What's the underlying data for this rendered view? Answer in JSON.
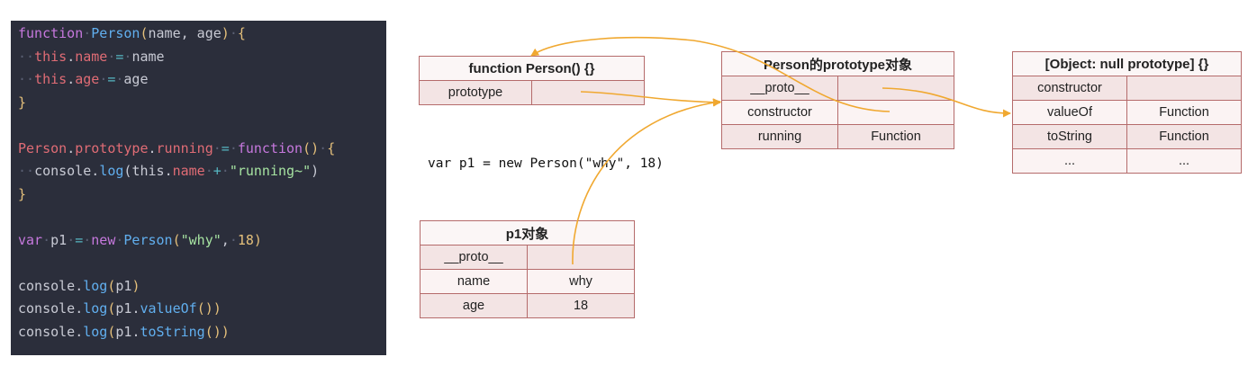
{
  "code": {
    "lines": [
      [
        {
          "t": "function",
          "c": "kw"
        },
        {
          "t": "·",
          "c": "dot"
        },
        {
          "t": "Person",
          "c": "fn"
        },
        {
          "t": "(",
          "c": "brace"
        },
        {
          "t": "name, age",
          "c": "plain"
        },
        {
          "t": ")",
          "c": "brace"
        },
        {
          "t": "·",
          "c": "dot"
        },
        {
          "t": "{",
          "c": "brace"
        }
      ],
      [
        {
          "t": "··",
          "c": "dot"
        },
        {
          "t": "this",
          "c": "prop"
        },
        {
          "t": ".",
          "c": "plain"
        },
        {
          "t": "name",
          "c": "prop"
        },
        {
          "t": "·",
          "c": "dot"
        },
        {
          "t": "=",
          "c": "op"
        },
        {
          "t": "·",
          "c": "dot"
        },
        {
          "t": "name",
          "c": "plain"
        }
      ],
      [
        {
          "t": "··",
          "c": "dot"
        },
        {
          "t": "this",
          "c": "prop"
        },
        {
          "t": ".",
          "c": "plain"
        },
        {
          "t": "age",
          "c": "prop"
        },
        {
          "t": "·",
          "c": "dot"
        },
        {
          "t": "=",
          "c": "op"
        },
        {
          "t": "·",
          "c": "dot"
        },
        {
          "t": "age",
          "c": "plain"
        }
      ],
      [
        {
          "t": "}",
          "c": "brace"
        }
      ],
      [],
      [
        {
          "t": "Person",
          "c": "prop"
        },
        {
          "t": ".",
          "c": "plain"
        },
        {
          "t": "prototype",
          "c": "prop"
        },
        {
          "t": ".",
          "c": "plain"
        },
        {
          "t": "running",
          "c": "prop"
        },
        {
          "t": "·",
          "c": "dot"
        },
        {
          "t": "=",
          "c": "op"
        },
        {
          "t": "·",
          "c": "dot"
        },
        {
          "t": "function",
          "c": "kw"
        },
        {
          "t": "()",
          "c": "brace"
        },
        {
          "t": "·",
          "c": "dot"
        },
        {
          "t": "{",
          "c": "brace"
        }
      ],
      [
        {
          "t": "··",
          "c": "dot"
        },
        {
          "t": "console",
          "c": "plain"
        },
        {
          "t": ".",
          "c": "plain"
        },
        {
          "t": "log",
          "c": "fn"
        },
        {
          "t": "(",
          "c": "plain"
        },
        {
          "t": "this",
          "c": "plain"
        },
        {
          "t": ".",
          "c": "plain"
        },
        {
          "t": "name",
          "c": "prop"
        },
        {
          "t": "·",
          "c": "dot"
        },
        {
          "t": "+",
          "c": "op"
        },
        {
          "t": "·",
          "c": "dot"
        },
        {
          "t": "\"running~\"",
          "c": "str"
        },
        {
          "t": ")",
          "c": "plain"
        }
      ],
      [
        {
          "t": "}",
          "c": "brace"
        }
      ],
      [],
      [
        {
          "t": "var",
          "c": "kw"
        },
        {
          "t": "·",
          "c": "dot"
        },
        {
          "t": "p1",
          "c": "plain"
        },
        {
          "t": "·",
          "c": "dot"
        },
        {
          "t": "=",
          "c": "op"
        },
        {
          "t": "·",
          "c": "dot"
        },
        {
          "t": "new",
          "c": "kw"
        },
        {
          "t": "·",
          "c": "dot"
        },
        {
          "t": "Person",
          "c": "fn"
        },
        {
          "t": "(",
          "c": "brace"
        },
        {
          "t": "\"why\"",
          "c": "str"
        },
        {
          "t": ",",
          "c": "plain"
        },
        {
          "t": "·",
          "c": "dot"
        },
        {
          "t": "18",
          "c": "num"
        },
        {
          "t": ")",
          "c": "brace"
        }
      ],
      [],
      [
        {
          "t": "console",
          "c": "plain"
        },
        {
          "t": ".",
          "c": "plain"
        },
        {
          "t": "log",
          "c": "fn"
        },
        {
          "t": "(",
          "c": "brace"
        },
        {
          "t": "p1",
          "c": "plain"
        },
        {
          "t": ")",
          "c": "brace"
        }
      ],
      [
        {
          "t": "console",
          "c": "plain"
        },
        {
          "t": ".",
          "c": "plain"
        },
        {
          "t": "log",
          "c": "fn"
        },
        {
          "t": "(",
          "c": "brace"
        },
        {
          "t": "p1",
          "c": "plain"
        },
        {
          "t": ".",
          "c": "plain"
        },
        {
          "t": "valueOf",
          "c": "fn"
        },
        {
          "t": "()",
          "c": "brace"
        },
        {
          "t": ")",
          "c": "brace"
        }
      ],
      [
        {
          "t": "console",
          "c": "plain"
        },
        {
          "t": ".",
          "c": "plain"
        },
        {
          "t": "log",
          "c": "fn"
        },
        {
          "t": "(",
          "c": "brace"
        },
        {
          "t": "p1",
          "c": "plain"
        },
        {
          "t": ".",
          "c": "plain"
        },
        {
          "t": "toString",
          "c": "fn"
        },
        {
          "t": "()",
          "c": "brace"
        },
        {
          "t": ")",
          "c": "brace"
        }
      ]
    ]
  },
  "diagram": {
    "person_fn": {
      "title": "function Person() {}",
      "rows": [
        [
          "prototype",
          ""
        ]
      ]
    },
    "person_proto": {
      "title": "Person的prototype对象",
      "rows": [
        [
          "__proto__",
          ""
        ],
        [
          "constructor",
          ""
        ],
        [
          "running",
          "Function"
        ]
      ]
    },
    "object_proto": {
      "title": "[Object: null prototype] {}",
      "rows": [
        [
          "constructor",
          ""
        ],
        [
          "valueOf",
          "Function"
        ],
        [
          "toString",
          "Function"
        ],
        [
          "...",
          "..."
        ]
      ]
    },
    "p1_obj": {
      "title": "p1对象",
      "rows": [
        [
          "__proto__",
          ""
        ],
        [
          "name",
          "why"
        ],
        [
          "age",
          "18"
        ]
      ]
    },
    "statement": "var p1 = new Person(\"why\", 18)"
  },
  "colors": {
    "code_bg": "#2b2e3b",
    "table_border": "#b56b6b",
    "table_fill": "#f3e4e4",
    "arrow": "#f0a830"
  }
}
